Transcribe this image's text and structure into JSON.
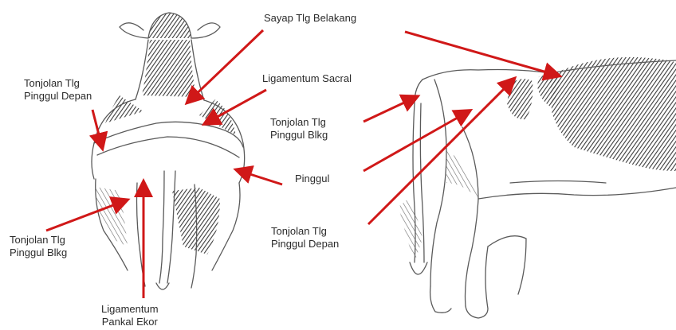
{
  "labels": {
    "sayap_tlg_belakang": "Sayap Tlg Belakang",
    "ligamentum_sacral": "Ligamentum Sacral",
    "tonjolan_depan_left": {
      "line1": "Tonjolan Tlg",
      "line2": "Pinggul Depan"
    },
    "tonjolan_blkg_center": {
      "line1": "Tonjolan Tlg",
      "line2": "Pinggul Blkg"
    },
    "pinggul": "Pinggul",
    "tonjolan_depan_center": {
      "line1": "Tonjolan Tlg",
      "line2": "Pinggul Depan"
    },
    "tonjolan_blkg_left": {
      "line1": "Tonjolan Tlg",
      "line2": "Pinggul Blkg"
    },
    "ligamentum_pankal_ekor": {
      "line1": "Ligamentum",
      "line2": "Pankal Ekor"
    }
  },
  "colors": {
    "arrow": "#d01818",
    "sketch": "#5a5a5a",
    "text": "#2b2b2b"
  }
}
